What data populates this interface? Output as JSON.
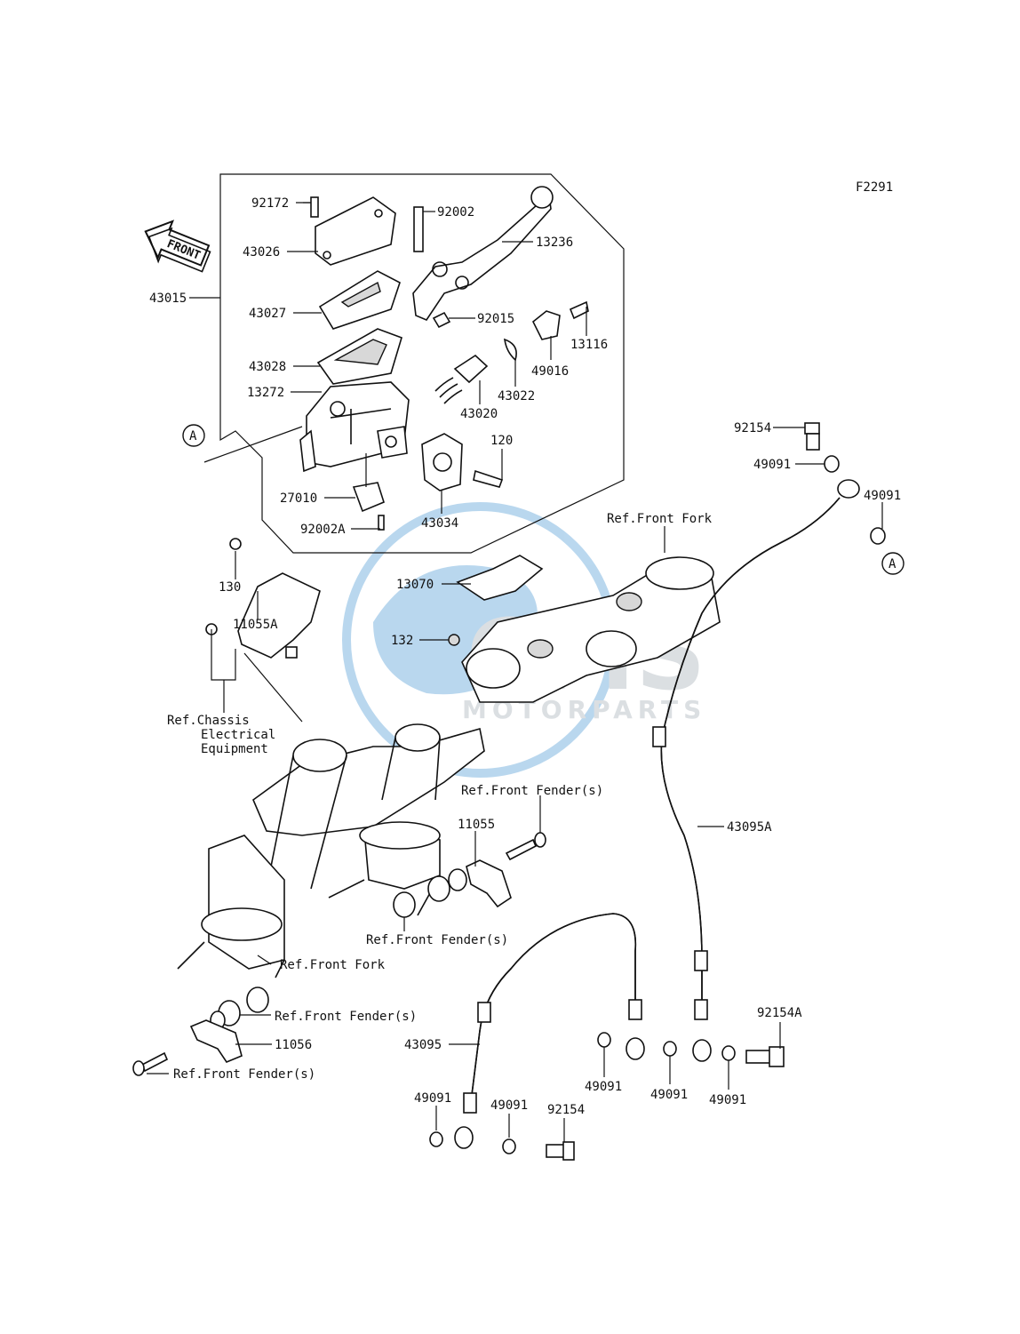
{
  "diagram_id": "F2291",
  "front_label": "FRONT",
  "ref_marker": "A",
  "watermark": {
    "main": "CMS",
    "sub": "MOTORPARTS"
  },
  "parts": {
    "p92172": "92172",
    "p43026": "43026",
    "p43015": "43015",
    "p43027": "43027",
    "p43028": "43028",
    "p13272": "13272",
    "p27010": "27010",
    "p92002A": "92002A",
    "p92002": "92002",
    "p13236": "13236",
    "p92015": "92015",
    "p13116": "13116",
    "p49016": "49016",
    "p43022": "43022",
    "p43020": "43020",
    "p120": "120",
    "p43034": "43034",
    "p92154_top": "92154",
    "p49091_a": "49091",
    "p49091_b": "49091",
    "p130": "130",
    "p11055A": "11055A",
    "p13070": "13070",
    "p132": "132",
    "p11055": "11055",
    "p43095A": "43095A",
    "p43095": "43095",
    "p49091_c": "49091",
    "p49091_d": "49091",
    "p92154_bottom": "92154",
    "p49091_e": "49091",
    "p49091_f": "49091",
    "p49091_g": "49091",
    "p92154A": "92154A",
    "p11056": "11056"
  },
  "refs": {
    "front_fork_top": "Ref.Front Fork",
    "chassis_1": "Ref.Chassis",
    "chassis_2": "Electrical",
    "chassis_3": "Equipment",
    "front_fender_upper": "Ref.Front Fender(s)",
    "front_fender_mid": "Ref.Front Fender(s)",
    "front_fork_lower": "Ref.Front Fork",
    "front_fender_lower": "Ref.Front Fender(s)",
    "front_fender_bottom": "Ref.Front Fender(s)"
  }
}
